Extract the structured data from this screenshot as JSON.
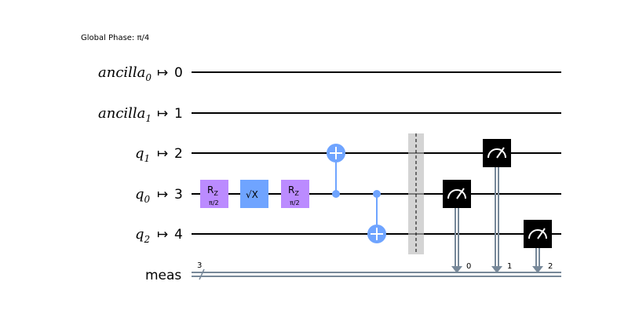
{
  "global_phase": "Global Phase: π/4",
  "wires": [
    {
      "name": "ancilla",
      "subscript": "0",
      "arrow": "↦",
      "index": "0"
    },
    {
      "name": "ancilla",
      "subscript": "1",
      "arrow": "↦",
      "index": "1"
    },
    {
      "name": "q",
      "subscript": "1",
      "arrow": "↦",
      "index": "2"
    },
    {
      "name": "q",
      "subscript": "0",
      "arrow": "↦",
      "index": "3"
    },
    {
      "name": "q",
      "subscript": "2",
      "arrow": "↦",
      "index": "4"
    }
  ],
  "classical": {
    "name": "meas",
    "width_label": "3"
  },
  "gates": [
    {
      "type": "rz",
      "label": "R",
      "label_sub": "Z",
      "param": "π/2",
      "wire": 3,
      "color": "#bb8bff"
    },
    {
      "type": "sx",
      "label": "√X",
      "wire": 3,
      "color": "#6fa4ff"
    },
    {
      "type": "rz",
      "label": "R",
      "label_sub": "Z",
      "param": "π/2",
      "wire": 3,
      "color": "#bb8bff"
    }
  ],
  "cx": [
    {
      "control": 3,
      "target": 2,
      "color": "#6fa4ff"
    },
    {
      "control": 3,
      "target": 4,
      "color": "#6fa4ff"
    }
  ],
  "measures": [
    {
      "wire": 3,
      "bit": "0"
    },
    {
      "wire": 2,
      "bit": "1"
    },
    {
      "wire": 4,
      "bit": "2"
    }
  ],
  "colors": {
    "wire": "#000000",
    "classical": "#778899",
    "barrier": "#bdbdbd",
    "measure": "#000000"
  }
}
